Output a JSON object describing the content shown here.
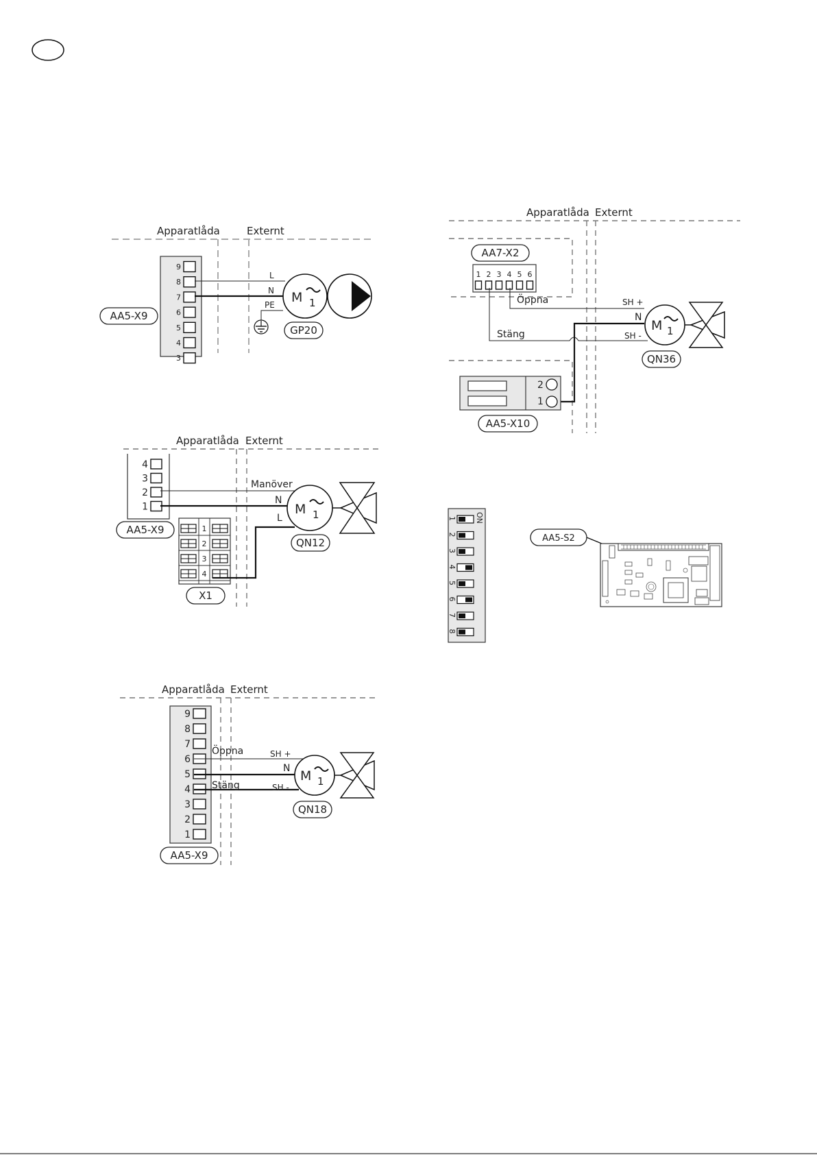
{
  "gp20_diagram": {
    "zone_inside": "Apparatlåda",
    "zone_outside": "Externt",
    "terminal_pins": [
      "9",
      "8",
      "7",
      "6",
      "5",
      "4",
      "3"
    ],
    "terminal_label": "AA5-X9",
    "wire_labels": {
      "l": "L",
      "n": "N",
      "pe": "PE"
    },
    "motor_m": "M",
    "motor_phase": "1",
    "component_label": "GP20"
  },
  "qn12_diagram": {
    "zone_inside": "Apparatlåda",
    "zone_outside": "Externt",
    "terminal_pins": [
      "4",
      "3",
      "2",
      "1"
    ],
    "terminal_label": "AA5-X9",
    "x1_pins": [
      "1",
      "2",
      "3",
      "4"
    ],
    "x1_label": "X1",
    "wire_labels": {
      "manover": "Manöver",
      "n": "N",
      "l": "L"
    },
    "motor_m": "M",
    "motor_phase": "1",
    "component_label": "QN12"
  },
  "qn18_diagram": {
    "zone_inside": "Apparatlåda",
    "zone_outside": "Externt",
    "terminal_pins": [
      "9",
      "8",
      "7",
      "6",
      "5",
      "4",
      "3",
      "2",
      "1"
    ],
    "terminal_label": "AA5-X9",
    "wire_labels": {
      "oppna": "Öppna",
      "stang": "Stäng",
      "sh_plus": "SH +",
      "n": "N",
      "sh_minus": "SH -"
    },
    "motor_m": "M",
    "motor_phase": "1",
    "component_label": "QN18"
  },
  "qn36_diagram": {
    "zone_inside": "Apparatlåda",
    "zone_outside": "Externt",
    "aa7_label": "AA7-X2",
    "aa7_pins": [
      "1",
      "2",
      "3",
      "4",
      "5",
      "6"
    ],
    "wire_labels": {
      "oppna": "Öppna",
      "stang": "Stäng",
      "sh_plus": "SH +",
      "n": "N",
      "sh_minus": "SH -"
    },
    "motor_m": "M",
    "motor_phase": "1",
    "component_label": "QN36",
    "x10_pins": [
      "2",
      "1"
    ],
    "x10_label": "AA5-X10"
  },
  "dip_switch": {
    "on_label": "ON",
    "positions": [
      "1",
      "2",
      "3",
      "4",
      "5",
      "6",
      "7",
      "8"
    ],
    "states_on": [
      false,
      false,
      false,
      true,
      false,
      true,
      false,
      false
    ],
    "board_label": "AA5-S2"
  }
}
